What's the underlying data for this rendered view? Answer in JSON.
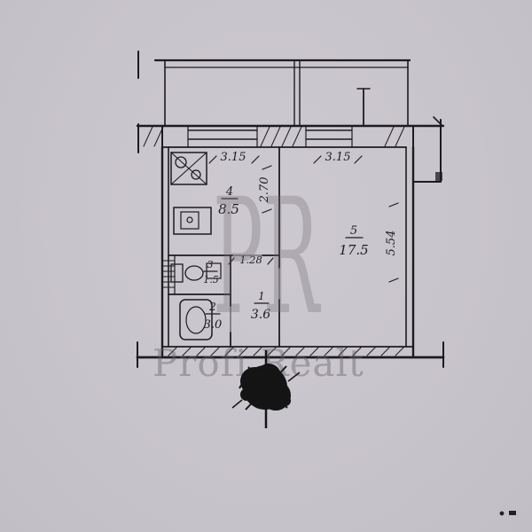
{
  "watermark": {
    "monogram": "PR",
    "name": "Profi Realt"
  },
  "floorplan": {
    "rooms": {
      "kitchen": {
        "number": "4",
        "area": "8.5"
      },
      "living": {
        "number": "5",
        "area": "17.5"
      },
      "hall": {
        "number": "1",
        "area": "3.6"
      },
      "bathroom": {
        "number": "2",
        "area": "3.0"
      },
      "toilet": {
        "number": "3",
        "area": "1.5"
      }
    },
    "dimensions": {
      "kitchen_width": "3.15",
      "living_width": "3.15",
      "kitchen_depth": "2.70",
      "living_depth": "5.54",
      "hall_opening": "1.28"
    }
  },
  "colors": {
    "ink": "#1c1c1e",
    "paper": "#c8c4cb",
    "watermark": "#6c6672"
  }
}
